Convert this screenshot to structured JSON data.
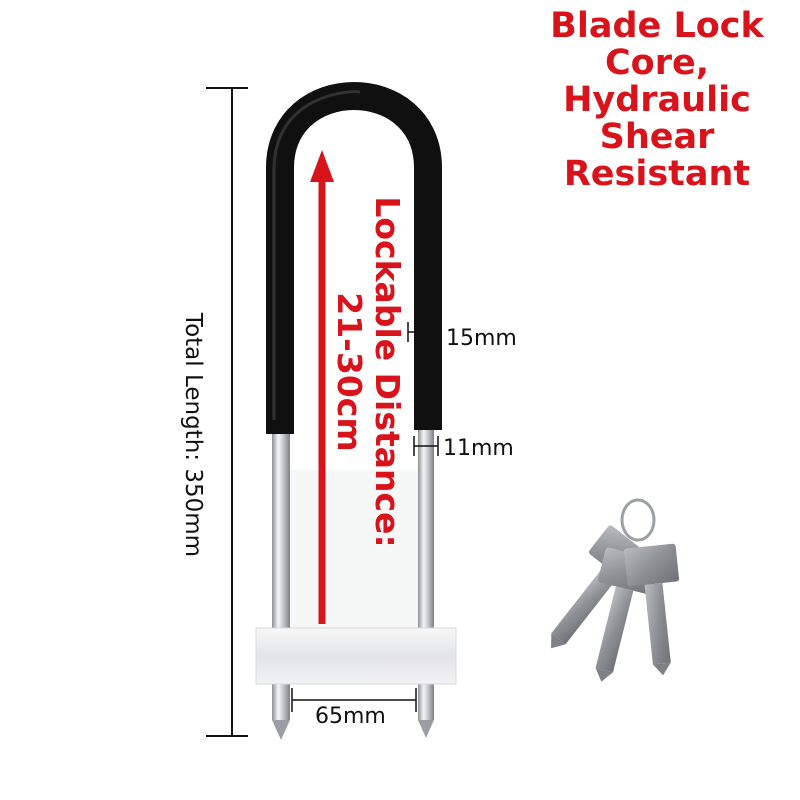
{
  "headline": {
    "lines": [
      "Blade Lock",
      "Core,",
      "Hydraulic",
      "Shear",
      "Resistant"
    ]
  },
  "dimensions": {
    "total_length": "Total Length: 350mm",
    "lockable_line1": "Lockable Distance:",
    "lockable_line2": "21-30cm",
    "shackle_thickness_sleeved": "15mm",
    "shackle_thickness_bare": "11mm",
    "inner_width": "65mm"
  },
  "colors": {
    "accent_red": "#d8131b",
    "sleeve_black": "#111111",
    "steel": "#c9ccd0"
  },
  "icons": {
    "product": "u-lock-icon",
    "keys": "key-icon"
  }
}
